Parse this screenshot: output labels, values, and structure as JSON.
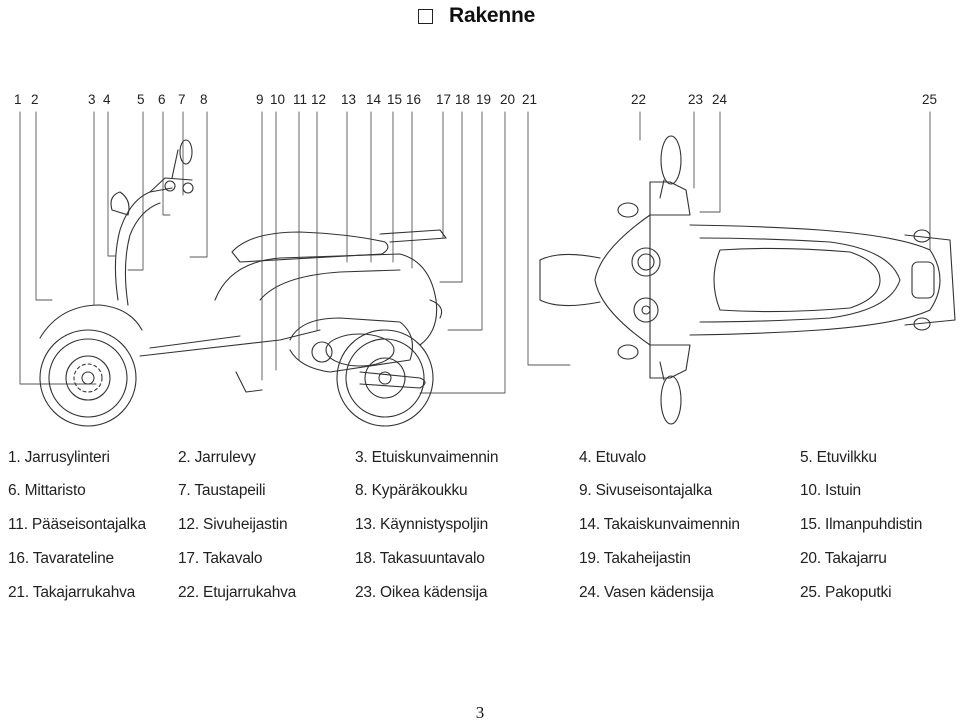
{
  "title": "Rakenne",
  "checkbox_icon": "empty-square-icon",
  "callout_numbers": [
    "1",
    "2",
    "3",
    "4",
    "5",
    "6",
    "7",
    "8",
    "9",
    "10",
    "11",
    "12",
    "13",
    "14",
    "15",
    "16",
    "17",
    "18",
    "19",
    "20",
    "21",
    "22",
    "23",
    "24",
    "25"
  ],
  "legend": [
    "1. Jarrusylinteri",
    "2. Jarrulevy",
    "3. Etuiskunvaimennin",
    "4. Etuvalo",
    "5. Etuvilkku",
    "6. Mittaristo",
    "7. Taustapeili",
    "8. Kypäräkoukku",
    "9. Sivuseisontajalka",
    "10. Istuin",
    "11. Pääseisontajalka",
    "12. Sivuheijastin",
    "13. Käynnistyspoljin",
    "14. Takaiskunvaimennin",
    "15. Ilmanpuhdistin",
    "16. Tavarateline",
    "17. Takavalo",
    "18. Takasuuntavalo",
    "19. Takaheijastin",
    "20. Takajarru",
    "21. Takajarrukahva",
    "22. Etujarrukahva",
    "23. Oikea kädensija",
    "24. Vasen kädensija",
    "25. Pakoputki"
  ],
  "page_number": "3"
}
